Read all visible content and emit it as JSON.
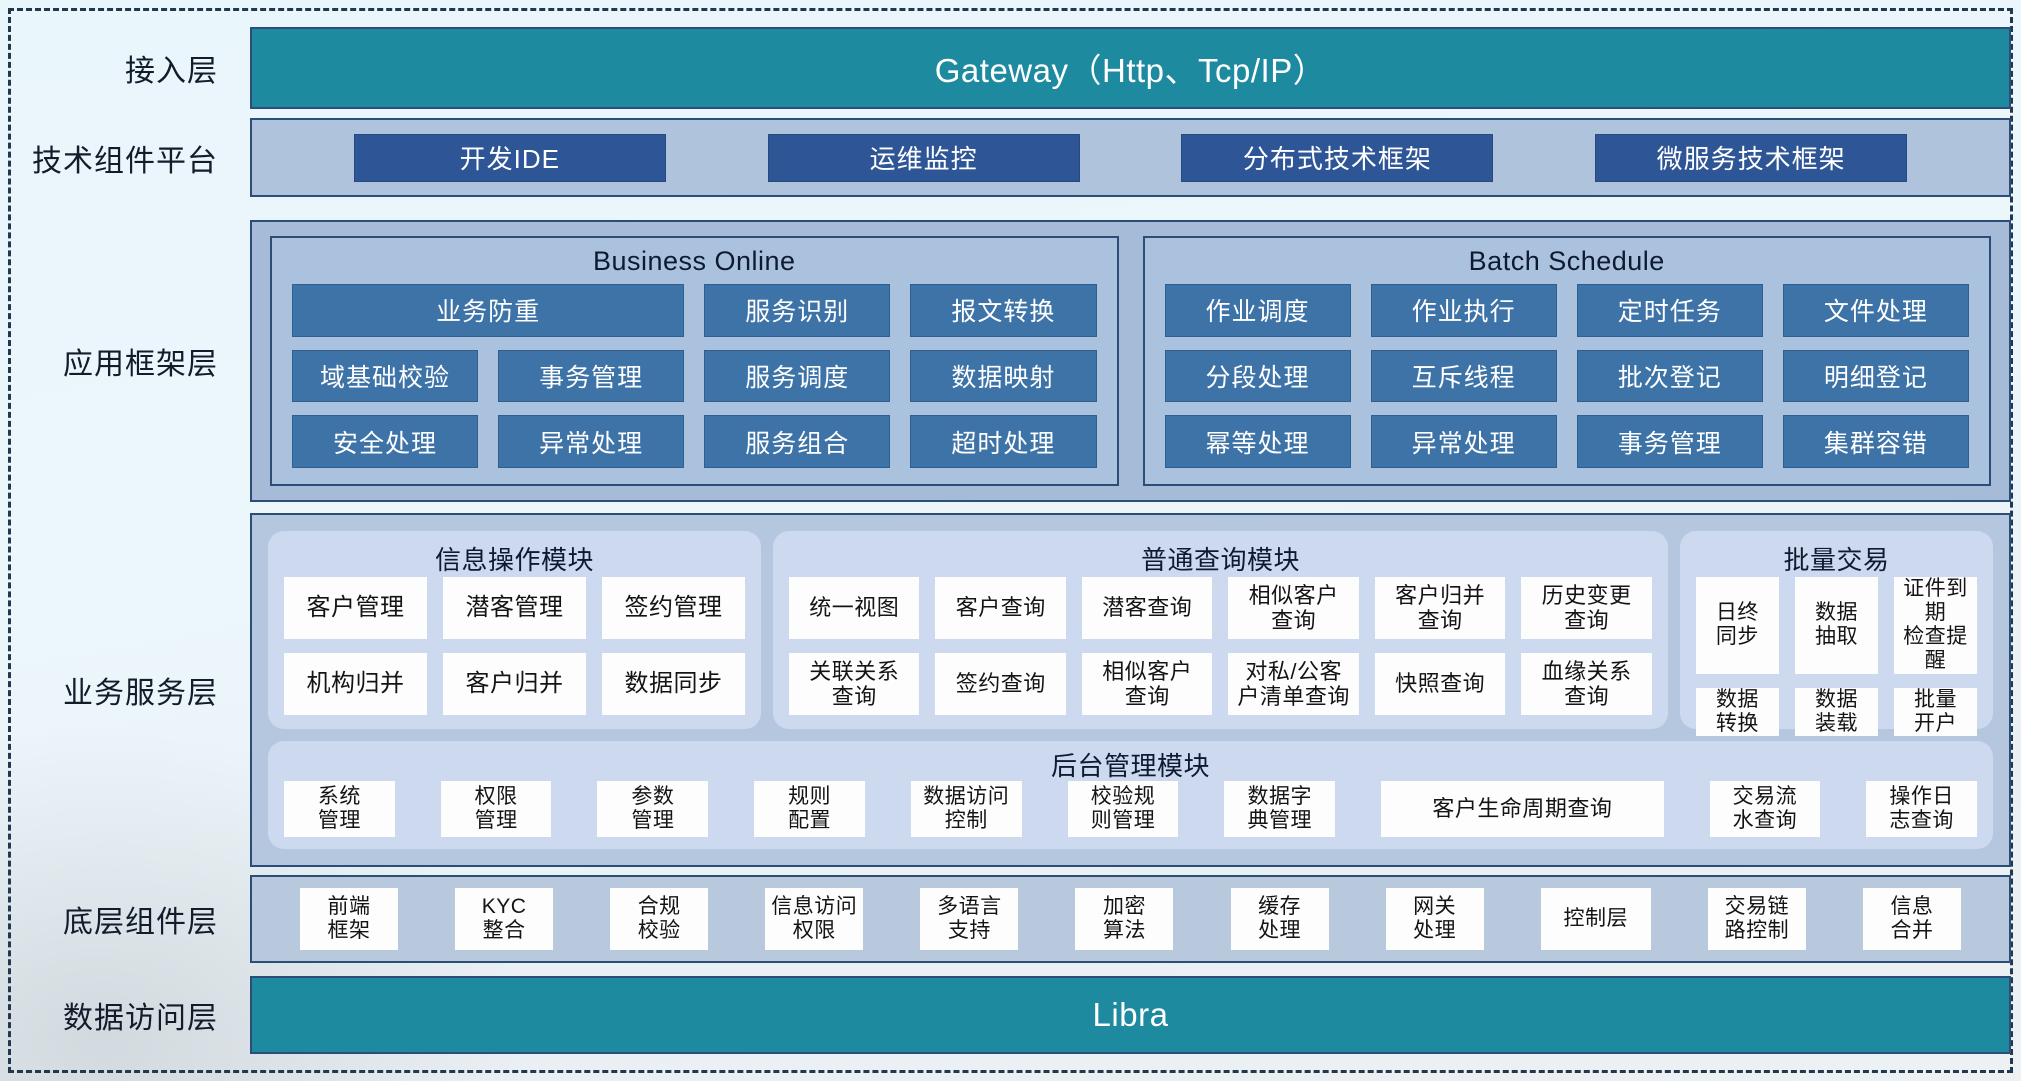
{
  "labels": {
    "access": "接入层",
    "tech": "技术组件平台",
    "framework": "应用框架层",
    "service": "业务服务层",
    "component": "底层组件层",
    "data_access": "数据访问层"
  },
  "access": {
    "gateway": "Gateway（Http、Tcp/IP）"
  },
  "tech": {
    "items": [
      "开发IDE",
      "运维监控",
      "分布式技术框架",
      "微服务技术框架"
    ]
  },
  "framework": {
    "business_online": {
      "title": "Business Online",
      "cells": [
        "业务防重",
        "服务识别",
        "报文转换",
        "域基础校验",
        "事务管理",
        "服务调度",
        "数据映射",
        "安全处理",
        "异常处理",
        "服务组合",
        "超时处理"
      ]
    },
    "batch_schedule": {
      "title": "Batch Schedule",
      "cells": [
        "作业调度",
        "作业执行",
        "定时任务",
        "文件处理",
        "分段处理",
        "互斥线程",
        "批次登记",
        "明细登记",
        "幂等处理",
        "异常处理",
        "事务管理",
        "集群容错"
      ]
    }
  },
  "service": {
    "info": {
      "title": "信息操作模块",
      "cells": [
        "客户管理",
        "潜客管理",
        "签约管理",
        "机构归并",
        "客户归并",
        "数据同步"
      ]
    },
    "query": {
      "title": "普通查询模块",
      "cells": [
        "统一视图",
        "客户查询",
        "潜客查询",
        "相似客户\n查询",
        "客户归并\n查询",
        "历史变更\n查询",
        "关联关系\n查询",
        "签约查询",
        "相似客户\n查询",
        "对私/公客\n户清单查询",
        "快照查询",
        "血缘关系\n查询"
      ]
    },
    "batch": {
      "title": "批量交易",
      "cells": [
        "日终\n同步",
        "数据\n抽取",
        "证件到期\n检查提醒",
        "数据\n转换",
        "数据\n装载",
        "批量\n开户"
      ]
    },
    "admin": {
      "title": "后台管理模块",
      "cells": [
        "系统\n管理",
        "权限\n管理",
        "参数\n管理",
        "规则\n配置",
        "数据访问\n控制",
        "校验规\n则管理",
        "数据字\n典管理",
        "客户生命周期查询",
        "交易流\n水查询",
        "操作日\n志查询"
      ]
    }
  },
  "component": {
    "cells": [
      "前端\n框架",
      "KYC\n整合",
      "合规\n校验",
      "信息访问\n权限",
      "多语言\n支持",
      "加密\n算法",
      "缓存\n处理",
      "网关\n处理",
      "控制层",
      "交易链\n路控制",
      "信息\n合并"
    ]
  },
  "data_access": {
    "bar": "Libra"
  },
  "colors": {
    "teal": "#1e8aa0",
    "dark_blue_button": "#2e5596",
    "steel_blue_button": "#3e73a8",
    "navy_border": "#2b4d78",
    "panel_light_blue": "#b5c7de",
    "module_lavender": "#cdd9ee",
    "card_white": "#fdfdfe"
  }
}
